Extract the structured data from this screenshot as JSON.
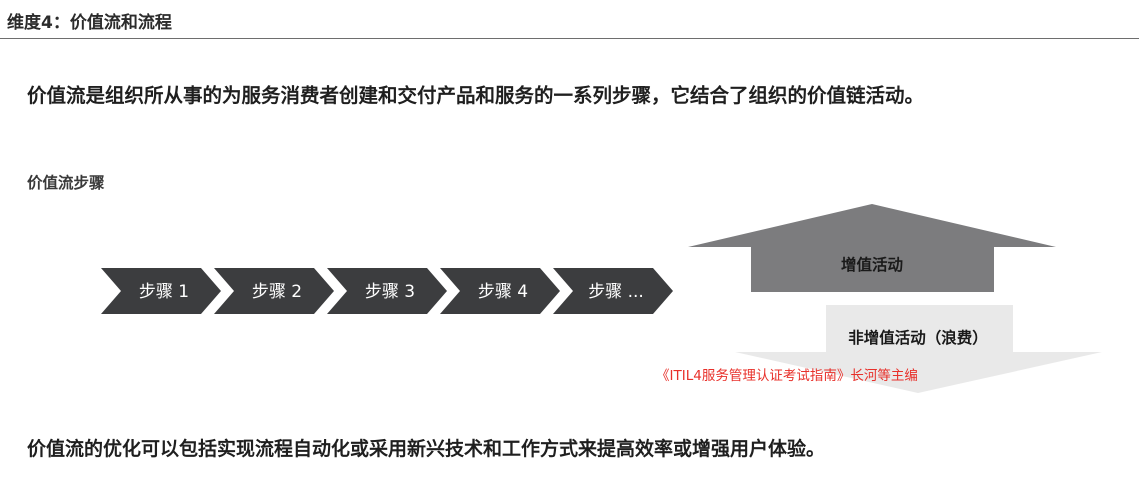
{
  "header": {
    "title": "维度4：价值流和流程"
  },
  "statement": "价值流是组织所从事的为服务消费者创建和交付产品和服务的一系列步骤，它结合了组织的价值链活动。",
  "section_label": "价值流步骤",
  "steps": [
    "步骤 1",
    "步骤 2",
    "步骤 3",
    "步骤 4",
    "步骤 ..."
  ],
  "value_added_label": "增值活动",
  "non_value_added_label": "非增值活动（浪费）",
  "citation": "《ITIL4服务管理认证考试指南》长河等主编",
  "conclusion": "价值流的优化可以包括实现流程自动化或采用新兴技术和工作方式来提高效率或增强用户体验。",
  "colors": {
    "step_fill": "#3c3d3f",
    "up_arrow_fill": "#7c7c7e",
    "down_arrow_fill": "#e9e9e9",
    "citation": "#e8302a"
  }
}
